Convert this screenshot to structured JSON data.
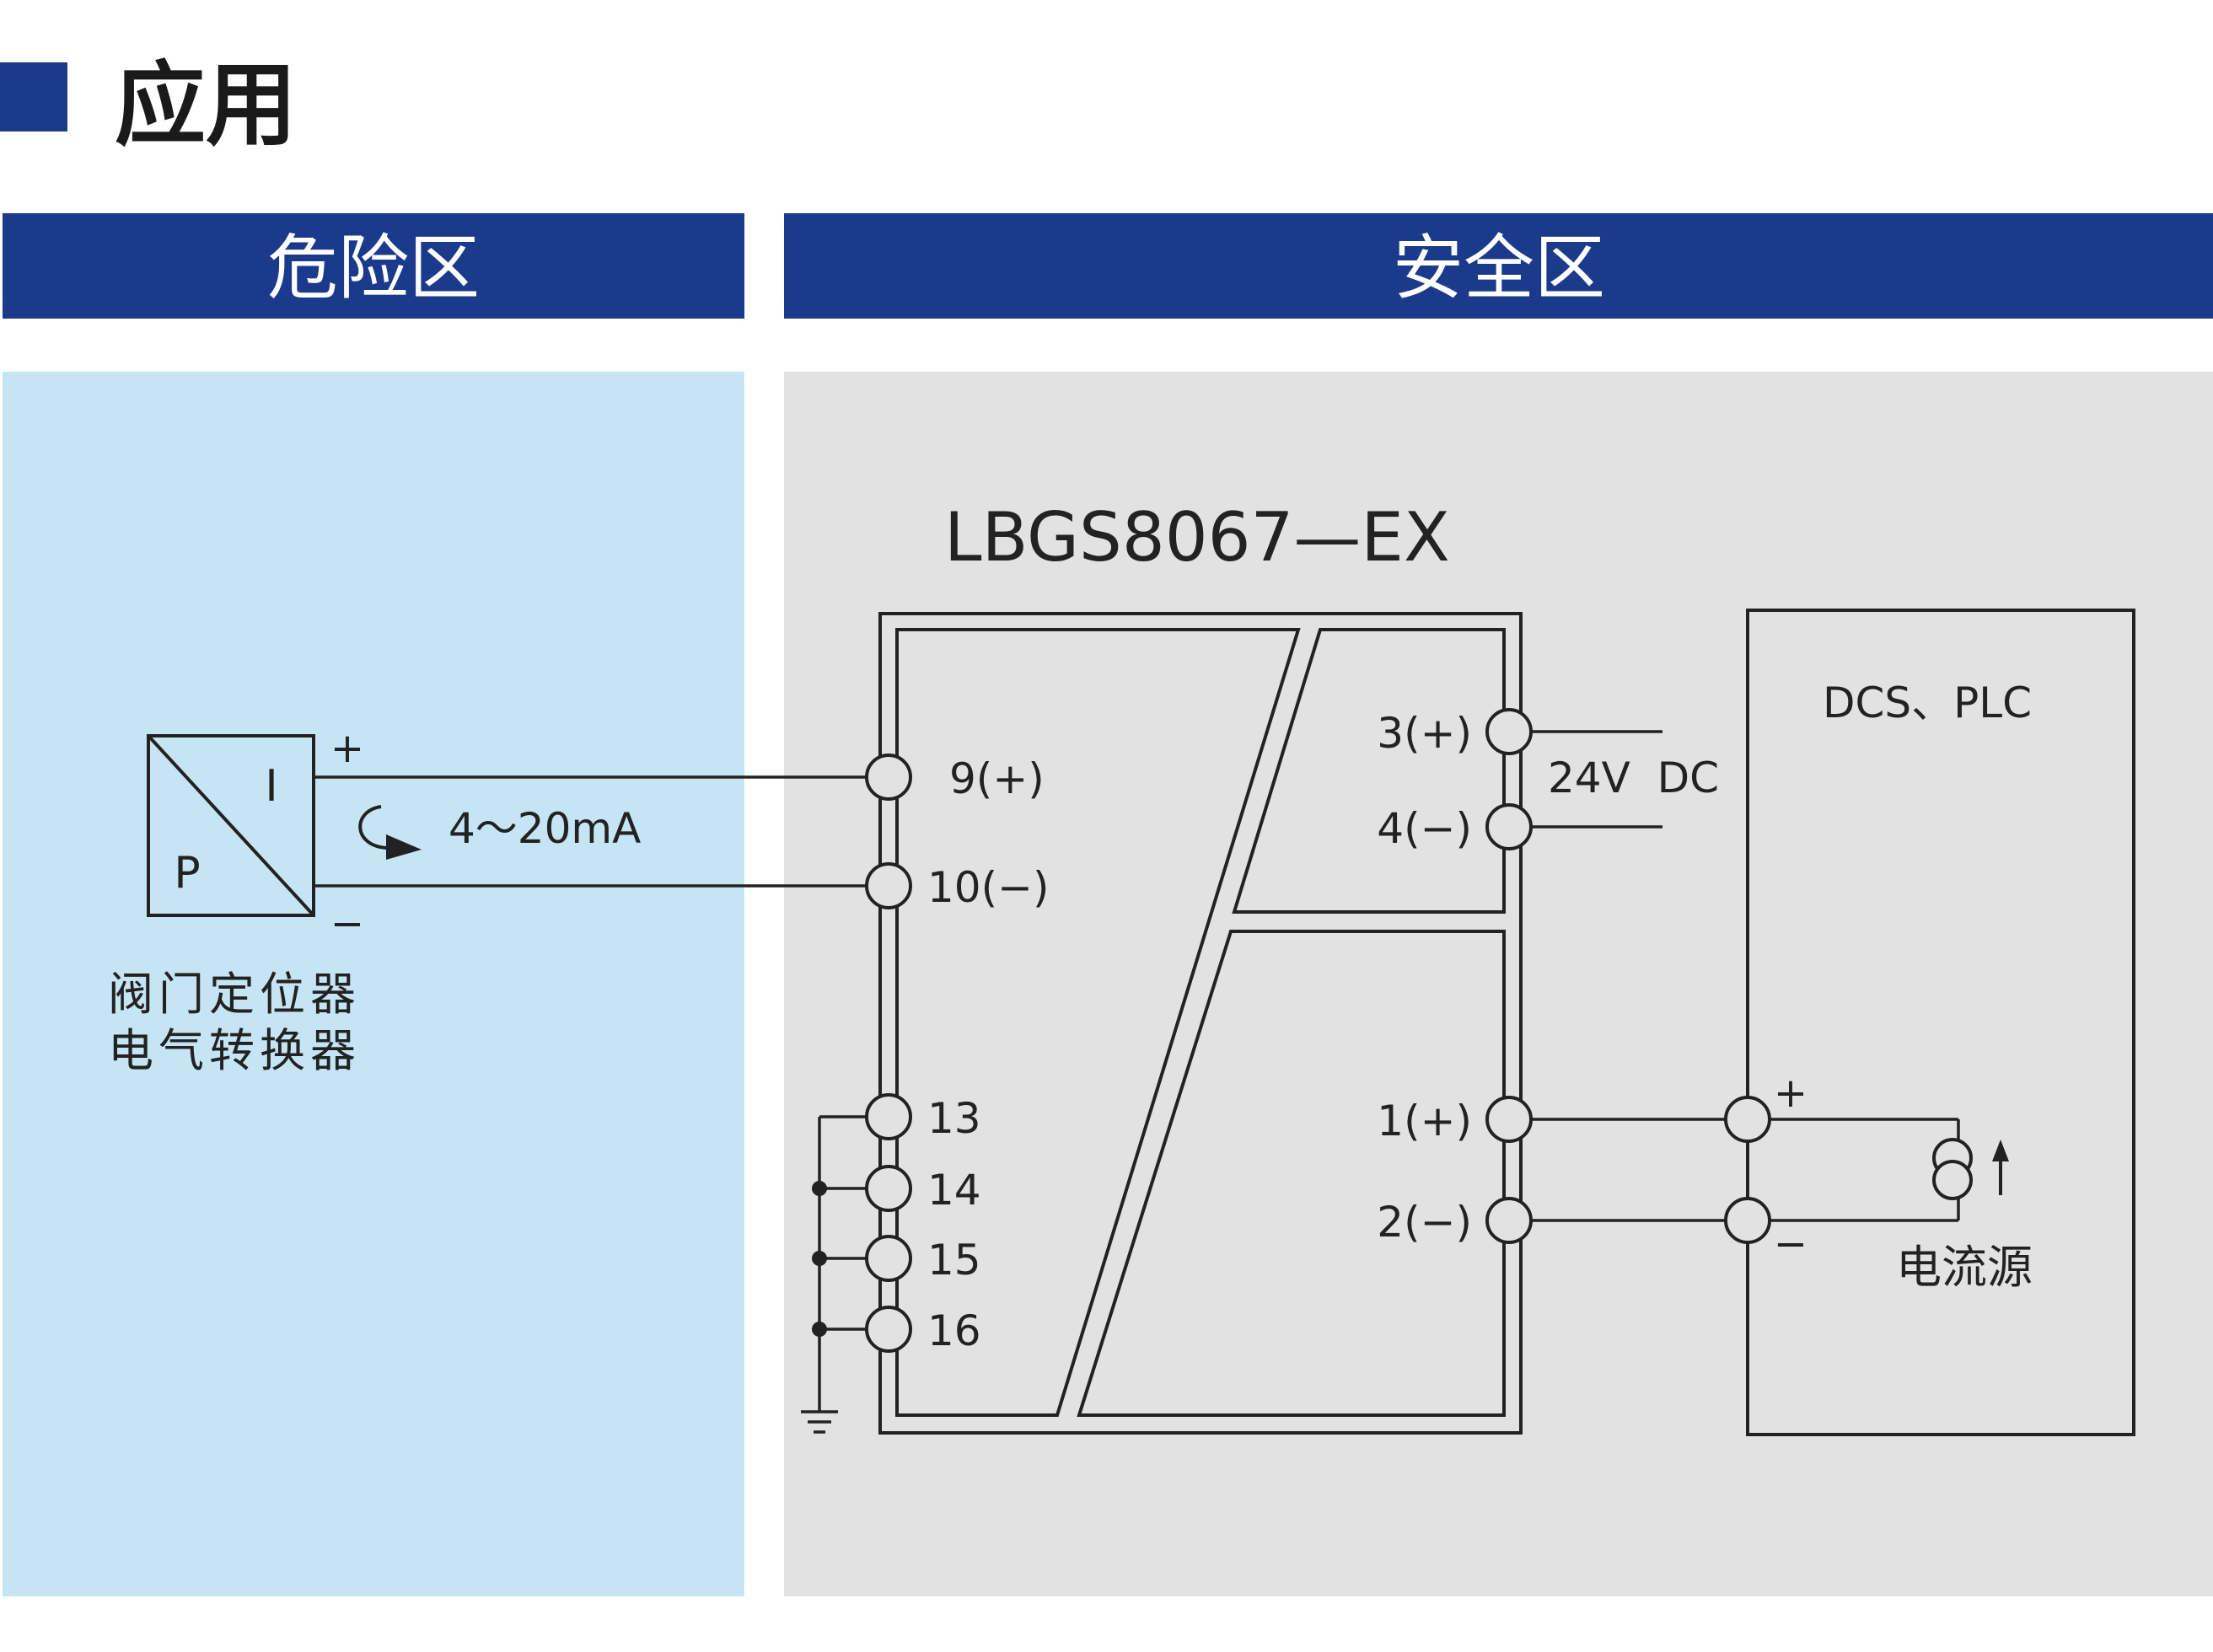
{
  "page_title": "应用",
  "zones": {
    "hazardous": "危险区",
    "safe": "安全区"
  },
  "device_model": "LBGS8067—EX",
  "field_device": {
    "label_i": "I",
    "label_p": "P",
    "plus": "+",
    "minus": "−",
    "name_line1": "阀门定位器",
    "name_line2": "电气转换器"
  },
  "signal_label": "4～20mA",
  "terminals": {
    "t9": "9(+)",
    "t10": "10(−)",
    "t13": "13",
    "t14": "14",
    "t15": "15",
    "t16": "16",
    "t3": "3(+)",
    "t4": "4(−)",
    "t1": "1(+)",
    "t2": "2(−)"
  },
  "power_label": "24V  DC",
  "controller": {
    "label": "DCS、PLC",
    "plus": "+",
    "minus": "−",
    "source_label": "电流源"
  },
  "colors": {
    "header_blue": "#1b3a8c",
    "hazard_bg": "#c5e5f4",
    "safe_bg": "#e2e2e2",
    "line": "#222222"
  }
}
